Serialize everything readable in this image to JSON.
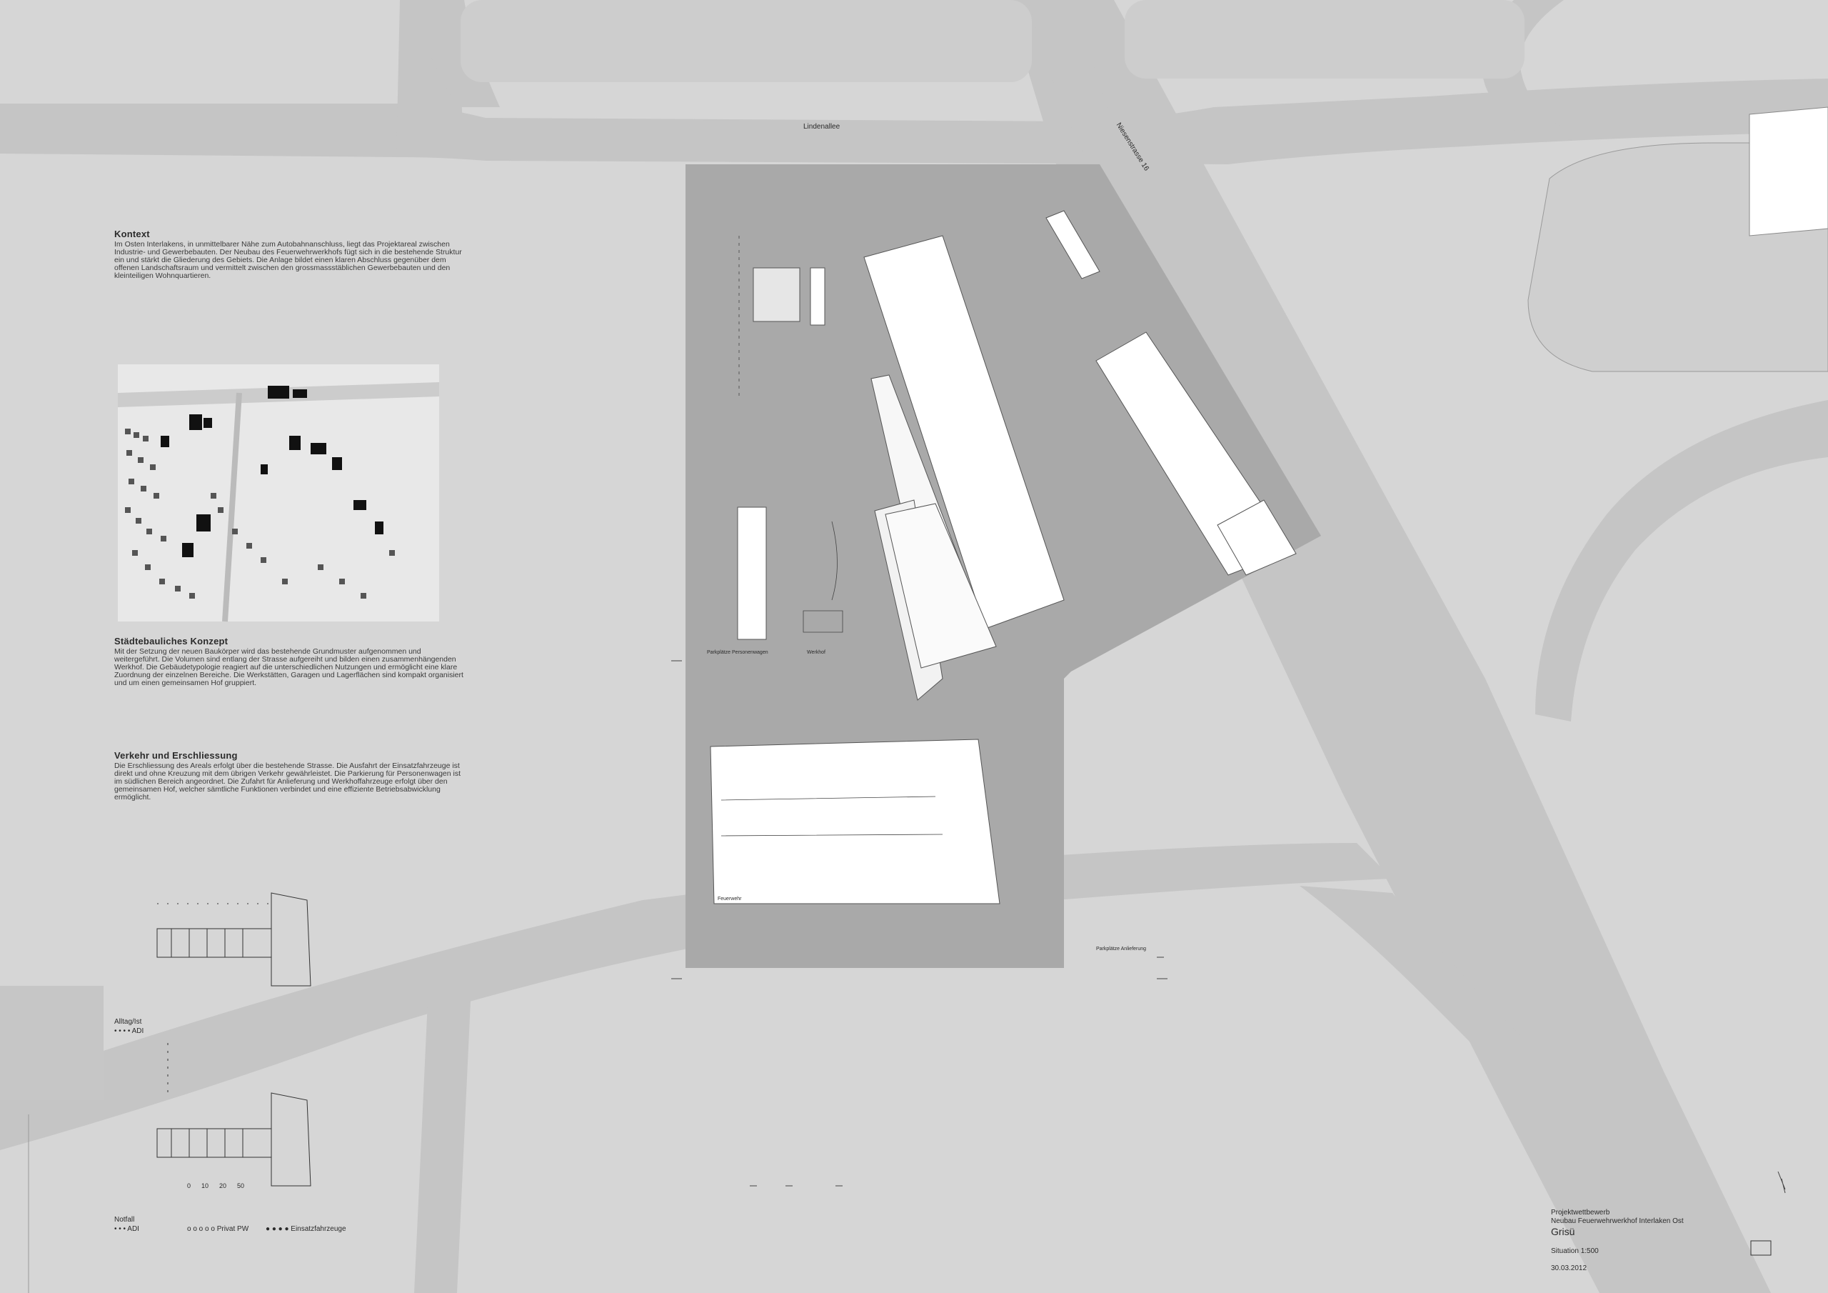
{
  "roads": {
    "street_label_1": "Lindenallee",
    "street_label_2": "Niesenstrasse 16"
  },
  "text": {
    "section1_title": "Kontext",
    "section1_body": "Im Osten Interlakens, in unmittelbarer Nähe zum Autobahnanschluss, liegt das Projektareal zwischen Industrie- und Gewerbebauten. Der Neubau des Feuerwehrwerkhofs fügt sich in die bestehende Struktur ein und stärkt die Gliederung des Gebiets. Die Anlage bildet einen klaren Abschluss gegenüber dem offenen Landschaftsraum und vermittelt zwischen den grossmassstäblichen Gewerbebauten und den kleinteiligen Wohnquartieren.",
    "section2_title": "Städtebauliches Konzept",
    "section2_body": "Mit der Setzung der neuen Baukörper wird das bestehende Grundmuster aufgenommen und weitergeführt. Die Volumen sind entlang der Strasse aufgereiht und bilden einen zusammenhängenden Werkhof. Die Gebäudetypologie reagiert auf die unterschiedlichen Nutzungen und ermöglicht eine klare Zuordnung der einzelnen Bereiche. Die Werkstätten, Garagen und Lagerflächen sind kompakt organisiert und um einen gemeinsamen Hof gruppiert.",
    "section3_title": "Verkehr und Erschliessung",
    "section3_body": "Die Erschliessung des Areals erfolgt über die bestehende Strasse. Die Ausfahrt der Einsatzfahrzeuge ist direkt und ohne Kreuzung mit dem übrigen Verkehr gewährleistet. Die Parkierung für Personenwagen ist im südlichen Bereich angeordnet. Die Zufahrt für Anlieferung und Werkhoffahrzeuge erfolgt über den gemeinsamen Hof, welcher sämtliche Funktionen verbindet und eine effiziente Betriebsabwicklung ermöglicht.",
    "legend1_title": "Alltag/Ist",
    "legend1_item": "• • • • ADI",
    "legend2_title": "Notfall",
    "legend2_items": [
      "• • • ADI",
      "o o o o o Privat PW",
      "● ● ● ● Einsatzfahrzeuge"
    ]
  },
  "map_labels": {
    "parking_label": "Parkplätze Personenwagen",
    "plot_label": "Werkhof",
    "yard_label": "Feuerwehr",
    "scale_numbers": [
      "0",
      "10",
      "20",
      "50"
    ],
    "corner_label": "Parkplätze Anlieferung"
  },
  "title_block": {
    "line1": "Projektwettbewerb",
    "line2": "Neubau Feuerwehrwerkhof Interlaken Ost",
    "project": "Grisü",
    "situation": "Situation 1:500",
    "date": "30.03.2012"
  },
  "colors": {
    "background": "#d6d6d6",
    "road": "#c4c4c4",
    "plot": "#a9a9a9",
    "building": "#ffffff",
    "line": "#2a2a2a"
  }
}
